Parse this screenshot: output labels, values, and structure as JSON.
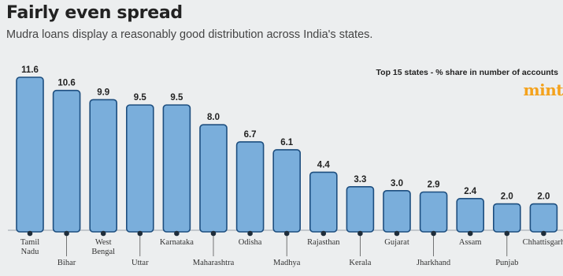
{
  "header": {
    "title": "Fairly even spread",
    "subtitle": "Mudra loans display a reasonably good distribution across India's states.",
    "legend": "Top 15 states - % share in number of accounts",
    "logo": "mint"
  },
  "colors": {
    "bar_fill": "#7aaedb",
    "bar_stroke": "#1d4e7f",
    "dot": "#1f2d3a",
    "logo": "#f4a21c"
  },
  "chart_data": {
    "type": "bar",
    "title": "Fairly even spread",
    "categories": [
      "Tamil Nadu",
      "Bihar",
      "West Bengal",
      "Uttar",
      "Karnataka",
      "Maharashtra",
      "Odisha",
      "Madhya",
      "Rajasthan",
      "Kerala",
      "Gujarat",
      "Jharkhand",
      "Assam",
      "Punjab",
      "Chhattisgarh"
    ],
    "category_labels": [
      [
        "Tamil",
        "Nadu"
      ],
      [
        "Bihar"
      ],
      [
        "West",
        "Bengal"
      ],
      [
        "Uttar"
      ],
      [
        "Karnataka"
      ],
      [
        "Maharashtra"
      ],
      [
        "Odisha"
      ],
      [
        "Madhya"
      ],
      [
        "Rajasthan"
      ],
      [
        "Kerala"
      ],
      [
        "Gujarat"
      ],
      [
        "Jharkhand"
      ],
      [
        "Assam"
      ],
      [
        "Punjab"
      ],
      [
        "Chhattisgarh"
      ]
    ],
    "values": [
      11.6,
      10.6,
      9.9,
      9.5,
      9.5,
      8.0,
      6.7,
      6.1,
      4.4,
      3.3,
      3.0,
      2.9,
      2.4,
      2.0,
      2.0
    ],
    "value_labels": [
      "11.6",
      "10.6",
      "9.9",
      "9.5",
      "9.5",
      "8.0",
      "6.7",
      "6.1",
      "4.4",
      "3.3",
      "3.0",
      "2.9",
      "2.4",
      "2.0",
      "2.0"
    ],
    "ylim": [
      0,
      11.6
    ],
    "grid": false,
    "legend_position": "top-right"
  }
}
